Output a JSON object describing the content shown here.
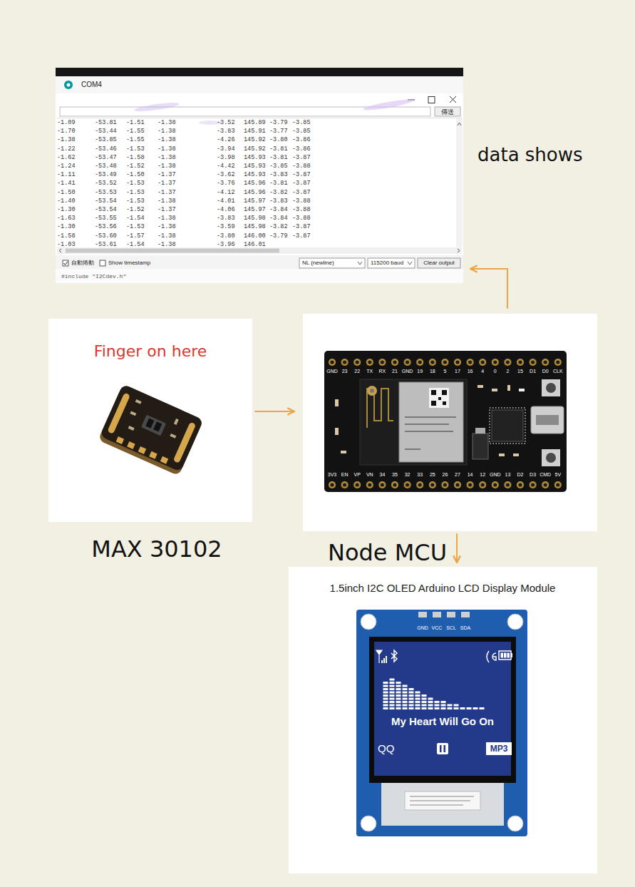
{
  "diagram": {
    "nodes": [
      {
        "text": [
          "COM4",
          "data shows"
        ]
      },
      {
        "text": [
          "Finger on here",
          "MAX 30102"
        ]
      },
      {
        "text": [
          "Node MCU"
        ]
      },
      {
        "text": [
          "1.5inch I2C OLED Arduino LCD Display Module"
        ]
      }
    ],
    "edges": [
      {
        "from": 1,
        "to": 2,
        "arrow": "to"
      },
      {
        "from": 2,
        "to": 0,
        "arrow": "to"
      },
      {
        "from": 2,
        "to": 3,
        "arrow": "to"
      }
    ],
    "labels": [
      "傳送",
      "-1.09",
      "-53.81",
      "-1.51",
      "-1.38",
      "-3.52",
      "145.89",
      "-3.79",
      "-3.85",
      "-1.70",
      "-53.44",
      "-1.55",
      "-1.38",
      "-3.83",
      "145.91",
      "-3.77",
      "-3.85",
      "-1.38",
      "-53.85",
      "-1.55",
      "-1.38",
      "-4.26",
      "145.92",
      "-3.80",
      "-3.86",
      "-1.22",
      "-53.46",
      "-1.53",
      "-1.38",
      "-3.94",
      "145.92",
      "-3.81",
      "-3.86",
      "-1.62",
      "-53.47",
      "-1.58",
      "-1.38",
      "-3.98",
      "145.93",
      "-3.81",
      "-3.87",
      "-1.24",
      "-53.48",
      "-1.52",
      "-1.38",
      "-4.42",
      "145.93",
      "-3.85",
      "-3.88",
      "-1.11",
      "-53.49",
      "-1.50",
      "-1.37",
      "-3.62",
      "145.93",
      "-3.83",
      "-3.87",
      "-1.41",
      "-53.52",
      "-1.53",
      "-1.37",
      "-3.76",
      "145.96",
      "-3.81",
      "-3.87",
      "-1.50",
      "-53.53",
      "-1.53",
      "-1.37",
      "-4.12",
      "145.96",
      "-3.82",
      "-3.87",
      "-1.40",
      "-53.54",
      "-1.53",
      "-1.38",
      "-4.01",
      "145.97",
      "-3.83",
      "-3.88",
      "-1.30",
      "-53.54",
      "-1.52",
      "-1.37",
      "-4.06",
      "145.97",
      "-3.84",
      "-3.88",
      "-1.63",
      "-53.55",
      "-1.54",
      "-1.38",
      "-3.83",
      "145.98",
      "-3.84",
      "-3.88",
      "-1.30",
      "-53.56",
      "-1.53",
      "-1.38",
      "-3.59",
      "145.98",
      "-3.82",
      "-3.87",
      "-1.58",
      "-53.60",
      "-1.57",
      "-1.38",
      "-3.80",
      "146.00",
      "-3.79",
      "-3.87",
      "-1.03",
      "-53.61",
      "-1.54",
      "-1.38",
      "-3.96",
      "146.01",
      "自動捲動",
      "Show timestamp",
      "NL (newline)",
      "115200 baud",
      "Clear output",
      "#include \"I2Cdev.h\"",
      "GND",
      "23",
      "22",
      "TX",
      "RX",
      "21",
      "GND",
      "19",
      "18",
      "5",
      "17",
      "16",
      "4",
      "0",
      "2",
      "15",
      "D1",
      "D0",
      "CLK",
      "3V3",
      "EN",
      "VP",
      "VN",
      "34",
      "35",
      "32",
      "33",
      "25",
      "26",
      "27",
      "14",
      "12",
      "GND",
      "13",
      "D2",
      "D3",
      "CMD",
      "5V",
      "GND",
      "VCC",
      "SCL",
      "SDA",
      "My Heart Will Go On",
      "QQ",
      "MP3"
    ]
  }
}
